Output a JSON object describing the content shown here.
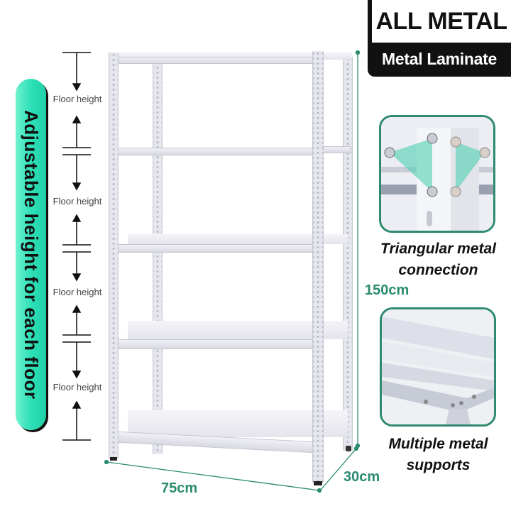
{
  "badge": {
    "title": "ALL METAL",
    "subtitle": "Metal Laminate"
  },
  "side_banner": {
    "text": "Adjustable height for each floor",
    "color": "#2ee0b8"
  },
  "floor_height_labels": [
    "Floor height",
    "Floor height",
    "Floor height",
    "Floor height"
  ],
  "dimensions": {
    "height": "150cm",
    "width": "75cm",
    "depth": "30cm",
    "color": "#2a8b6f"
  },
  "product": {
    "shelf_count": 5,
    "material_color": "#e6e6ee"
  },
  "features": [
    {
      "caption_line1": "Triangular metal",
      "caption_line2": "connection",
      "icon": "triangle-bracket-closeup"
    },
    {
      "caption_line1": "Multiple metal",
      "caption_line2": "supports",
      "icon": "shelf-support-closeup"
    }
  ]
}
